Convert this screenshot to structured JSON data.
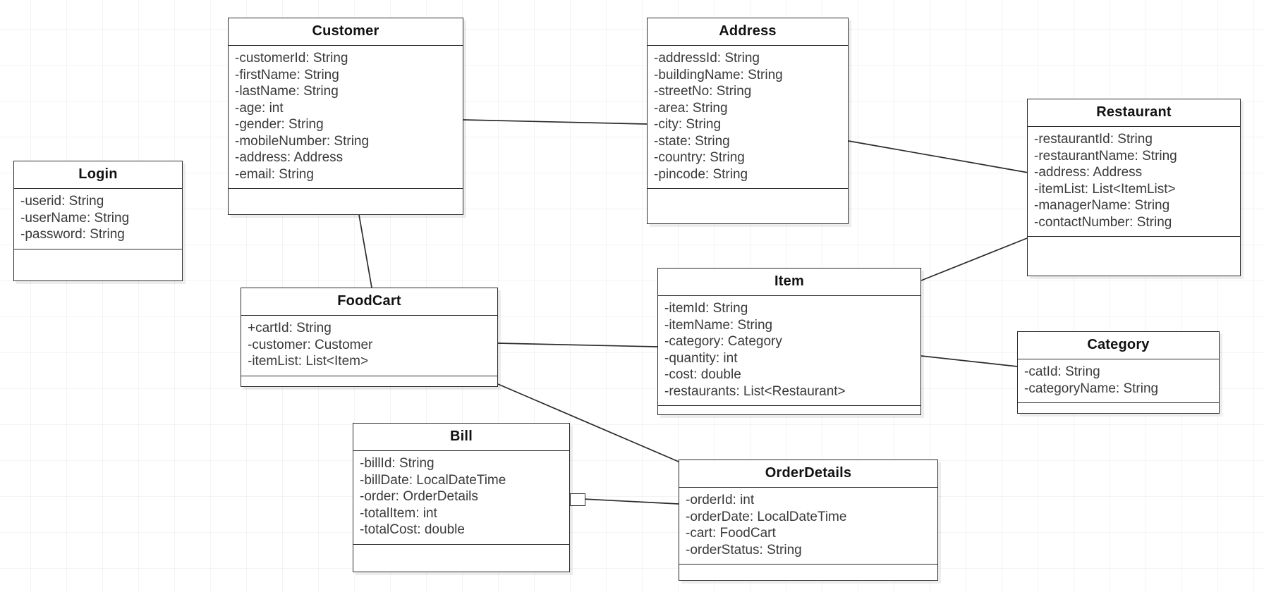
{
  "diagram": {
    "type": "uml-class-diagram",
    "background": "#ffffff",
    "grid_color": "#f0f0f0",
    "line_color": "#2b2b2b"
  },
  "classes": {
    "login": {
      "name": "Login",
      "attributes": [
        "-userid: String",
        "-userName: String",
        "-password: String"
      ],
      "methods": []
    },
    "customer": {
      "name": "Customer",
      "attributes": [
        "-customerId: String",
        "-firstName: String",
        "-lastName: String",
        "-age: int",
        "-gender: String",
        "-mobileNumber: String",
        "-address: Address",
        "-email: String"
      ],
      "methods": []
    },
    "address": {
      "name": "Address",
      "attributes": [
        "-addressId: String",
        "-buildingName: String",
        "-streetNo: String",
        "-area: String",
        "-city: String",
        "-state: String",
        "-country: String",
        "-pincode: String"
      ],
      "methods": []
    },
    "restaurant": {
      "name": "Restaurant",
      "attributes": [
        "-restaurantId: String",
        "-restaurantName: String",
        "-address: Address",
        "-itemList: List<ItemList>",
        "-managerName: String",
        "-contactNumber: String"
      ],
      "methods": []
    },
    "foodcart": {
      "name": "FoodCart",
      "attributes": [
        "+cartId: String",
        "-customer: Customer",
        "-itemList: List<Item>"
      ],
      "methods": []
    },
    "item": {
      "name": "Item",
      "attributes": [
        "-itemId: String",
        "-itemName: String",
        "-category: Category",
        "-quantity: int",
        "-cost: double",
        "-restaurants: List<Restaurant>"
      ],
      "methods": []
    },
    "category": {
      "name": "Category",
      "attributes": [
        "-catId: String",
        "-categoryName: String"
      ],
      "methods": []
    },
    "bill": {
      "name": "Bill",
      "attributes": [
        "-billId: String",
        "-billDate: LocalDateTime",
        "-order: OrderDetails",
        "-totalItem: int",
        "-totalCost: double"
      ],
      "methods": []
    },
    "orderdetails": {
      "name": "OrderDetails",
      "attributes": [
        "-orderId: int",
        "-orderDate: LocalDateTime",
        "-cart: FoodCart",
        "-orderStatus: String"
      ],
      "methods": []
    }
  },
  "associations": [
    {
      "from": "customer",
      "to": "address"
    },
    {
      "from": "customer",
      "to": "foodcart"
    },
    {
      "from": "address",
      "to": "restaurant"
    },
    {
      "from": "restaurant",
      "to": "item"
    },
    {
      "from": "foodcart",
      "to": "item"
    },
    {
      "from": "foodcart",
      "to": "orderdetails"
    },
    {
      "from": "item",
      "to": "category"
    },
    {
      "from": "bill",
      "to": "orderdetails"
    }
  ]
}
